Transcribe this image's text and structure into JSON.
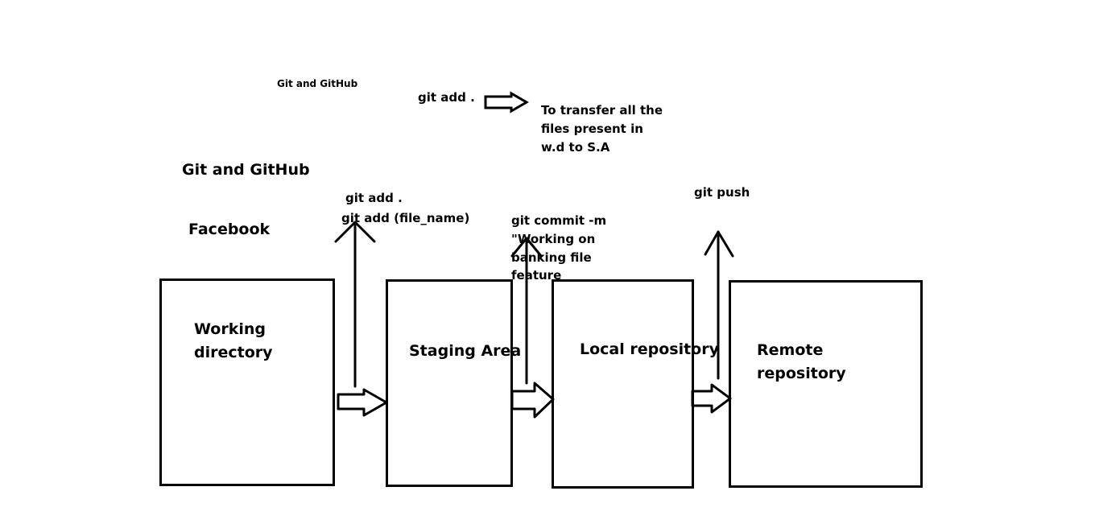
{
  "header": {
    "small_title": "Git and GitHub",
    "title": "Git and GitHub",
    "subtitle": "Facebook"
  },
  "note": {
    "command": "git add .",
    "description_lines": [
      "To transfer all the",
      "files present in",
      "w.d to S.A"
    ]
  },
  "boxes": [
    {
      "lines": [
        "Working",
        "directory"
      ]
    },
    {
      "lines": [
        "Staging Area"
      ]
    },
    {
      "lines": [
        "Local repository"
      ]
    },
    {
      "lines": [
        "Remote",
        "repository"
      ]
    }
  ],
  "commands": {
    "add": {
      "lines": [
        "git add .",
        "git add (file_name)"
      ]
    },
    "commit": {
      "lines": [
        "git commit -m",
        "\"Working on",
        "banking file",
        "feature"
      ]
    },
    "push": {
      "lines": [
        "git push"
      ]
    }
  }
}
